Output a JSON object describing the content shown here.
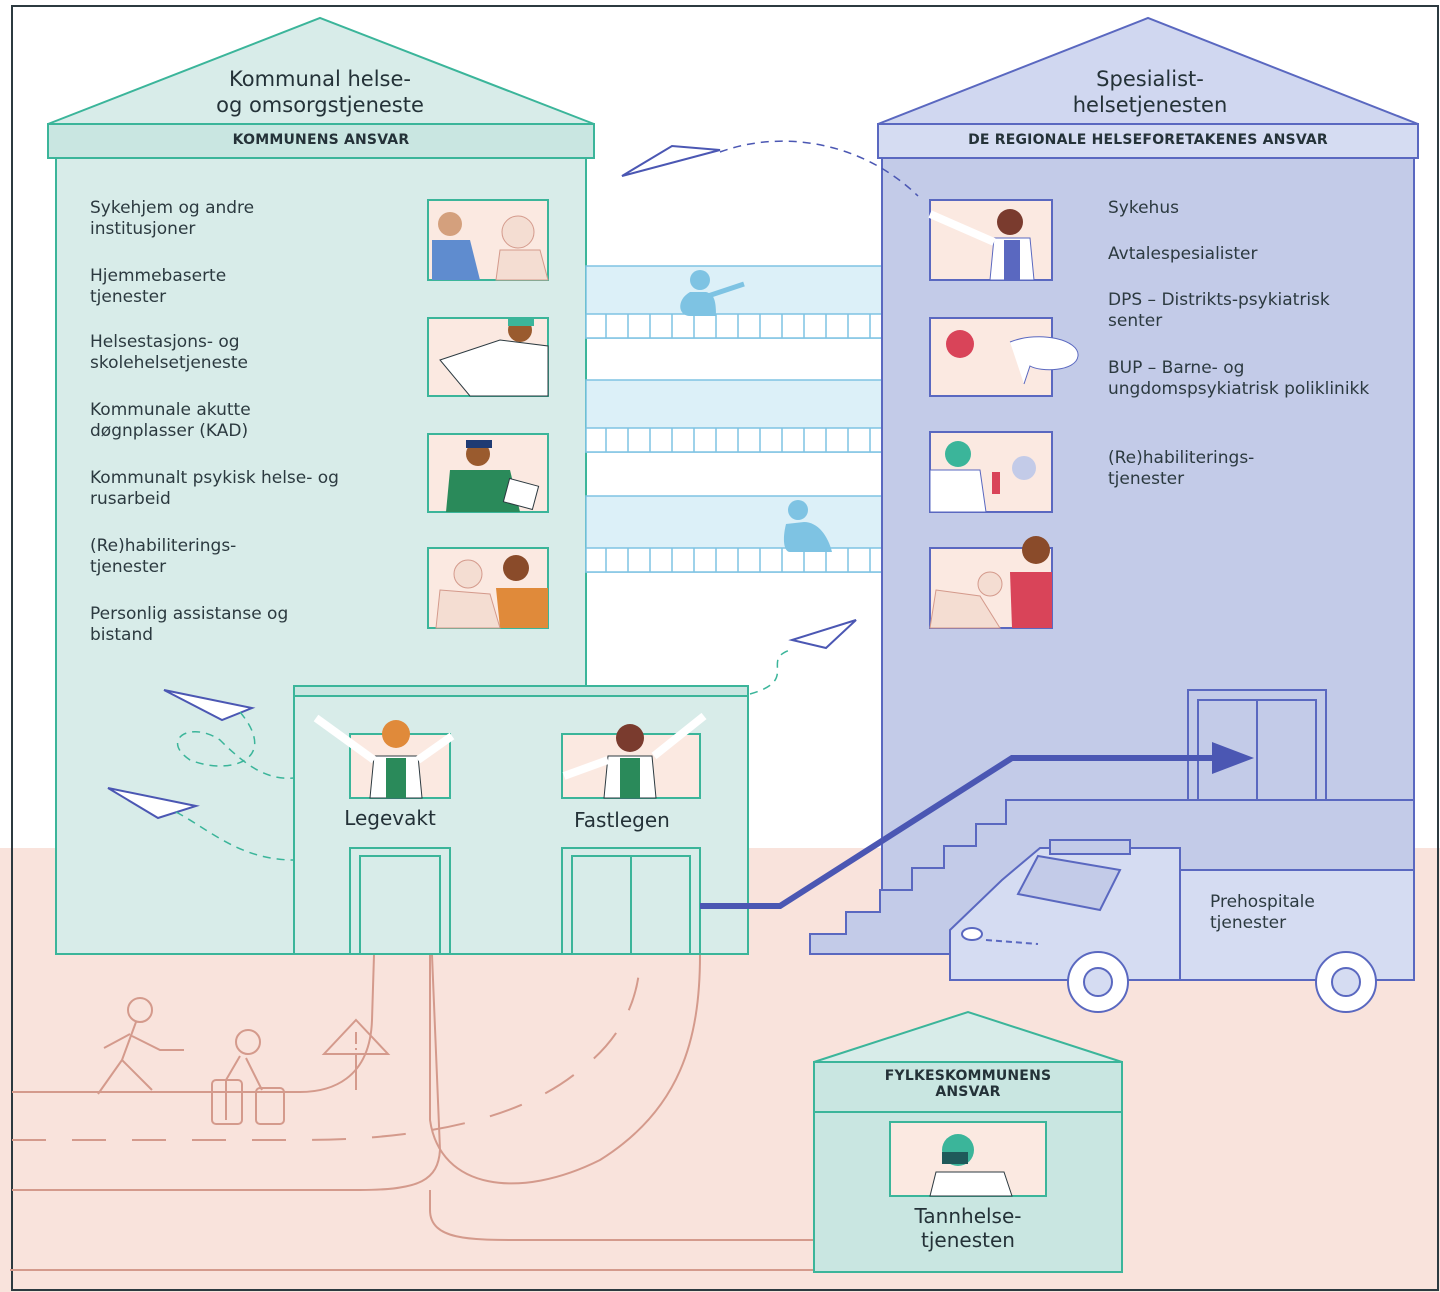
{
  "municipal": {
    "title_line1": "Kommunal helse-",
    "title_line2": "og omsorgstjeneste",
    "band": "KOMMUNENS ANSVAR",
    "services": [
      "Sykehjem og andre institusjoner",
      "Hjemmebaserte tjenester",
      "Helsestasjons- og skolehelsetjeneste",
      "Kommunale akutte døgnplasser (KAD)",
      "Kommunalt psykisk helse- og rusarbeid",
      "(Re)habiliterings-tjenester",
      "Personlig assistanse og bistand"
    ]
  },
  "specialist": {
    "title_line1": "Spesialist-",
    "title_line2": "helsetjenesten",
    "band": "DE REGIONALE HELSEFORETAKENES ANSVAR",
    "services": [
      "Sykehus",
      "Avtalespesialister",
      "DPS – Distrikts-psykiatrisk senter",
      "BUP – Barne- og ungdomspsykiatrisk poliklinikk",
      "(Re)habiliterings-tjenester"
    ]
  },
  "front": {
    "legevakt": "Legevakt",
    "fastlegen": "Fastlegen"
  },
  "ambulance": {
    "label": "Prehospitale tjenester"
  },
  "county": {
    "band_line1": "FYLKESKOMMUNENS",
    "band_line2": "ANSVAR",
    "service_line1": "Tannhelse-",
    "service_line2": "tjenesten"
  },
  "colors": {
    "municipal_fill": "#d8ece9",
    "municipal_stroke": "#3bb59a",
    "specialist_fill": "#c3cbe8",
    "specialist_stroke": "#5a68c0",
    "ground": "#f9e3dc",
    "road": "#d49a8c",
    "bridge": "#dcf0f8",
    "arrow": "#4b57b3"
  }
}
